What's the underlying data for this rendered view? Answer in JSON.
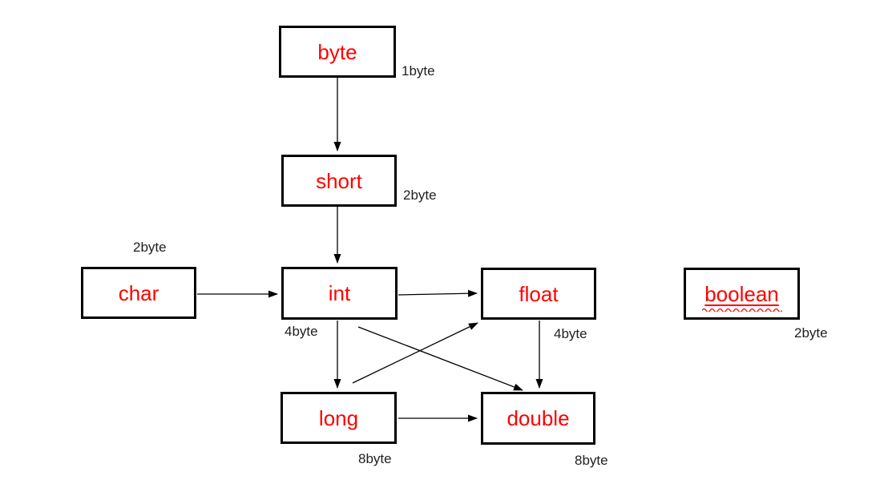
{
  "diagram": {
    "colors": {
      "background": "#ffffff",
      "box_border": "#000000",
      "type_label": "#ff0000",
      "size_label": "#1f1f1f",
      "arrow": "#000000",
      "squiggle": "#ff0000"
    },
    "nodes": [
      {
        "id": "byte",
        "label": "byte",
        "size": "1byte"
      },
      {
        "id": "short",
        "label": "short",
        "size": "2byte"
      },
      {
        "id": "char",
        "label": "char",
        "size": "2byte"
      },
      {
        "id": "int",
        "label": "int",
        "size": "4byte"
      },
      {
        "id": "float",
        "label": "float",
        "size": "4byte"
      },
      {
        "id": "boolean",
        "label": "boolean",
        "size": "2byte"
      },
      {
        "id": "long",
        "label": "long",
        "size": "8byte"
      },
      {
        "id": "double",
        "label": "double",
        "size": "8byte"
      }
    ],
    "edges": [
      {
        "from": "byte",
        "to": "short"
      },
      {
        "from": "short",
        "to": "int"
      },
      {
        "from": "char",
        "to": "int"
      },
      {
        "from": "int",
        "to": "float"
      },
      {
        "from": "int",
        "to": "long"
      },
      {
        "from": "int",
        "to": "double"
      },
      {
        "from": "long",
        "to": "float"
      },
      {
        "from": "long",
        "to": "double"
      },
      {
        "from": "float",
        "to": "double"
      }
    ]
  }
}
